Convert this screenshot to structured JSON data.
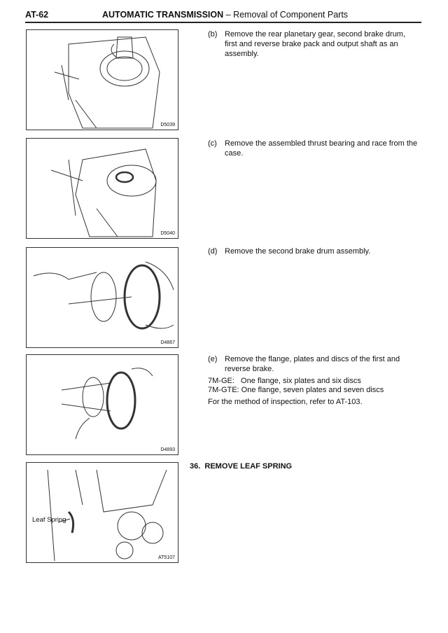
{
  "header": {
    "page_number": "AT-62",
    "section_title": "AUTOMATIC TRANSMISSION",
    "separator": "–",
    "subtitle": "Removal of Component Parts"
  },
  "figures": [
    {
      "code": "D5039"
    },
    {
      "code": "D5040"
    },
    {
      "code": "D4867"
    },
    {
      "code": "D4893"
    },
    {
      "code": "AT5107",
      "label": "Leaf Spring"
    }
  ],
  "steps": [
    {
      "key": "(b)",
      "text": "Remove the rear planetary gear, second brake drum, first and reverse brake pack and output shaft as an assembly."
    },
    {
      "key": "(c)",
      "text": "Remove the assembled thrust bearing and race from the case."
    },
    {
      "key": "(d)",
      "text": "Remove the second brake drum assembly."
    },
    {
      "key": "(e)",
      "text": "Remove the flange, plates and discs of the first and reverse brake."
    }
  ],
  "notes": [
    "7M-GE:   One flange, six plates and six discs",
    "7M-GTE: One flange, seven plates and seven discs",
    "For the method of inspection, refer to AT-103."
  ],
  "section_heading": "36.  REMOVE LEAF SPRING"
}
